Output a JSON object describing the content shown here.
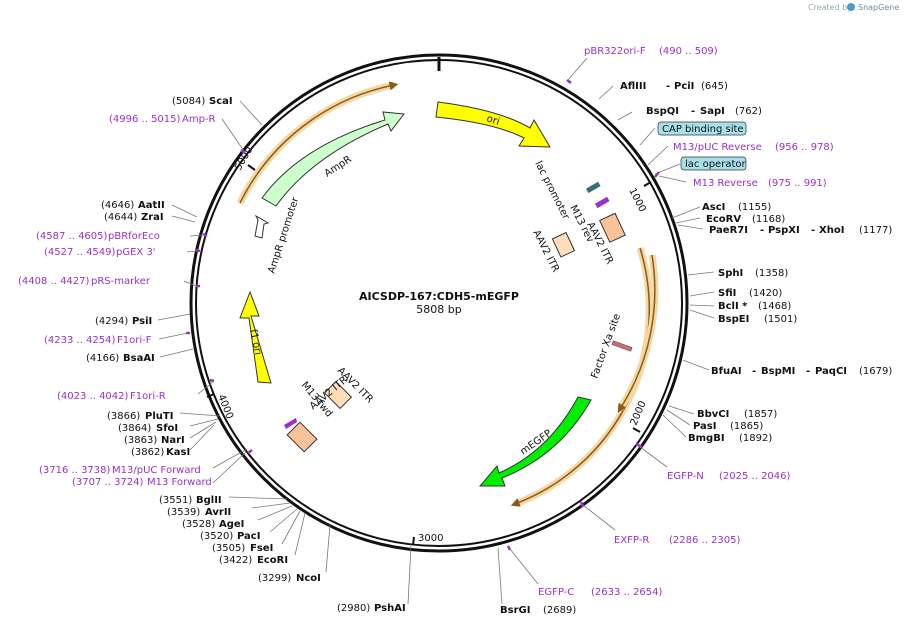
{
  "credit": {
    "prefix": "Created by",
    "brand": "SnapGene"
  },
  "plasmid": {
    "name": "AICSDP-167:CDH5-mEGFP",
    "length": "5808 bp"
  },
  "ticks": [
    "1000",
    "2000",
    "3000",
    "4000",
    "5000"
  ],
  "sites": {
    "afliii": "AflIII",
    "pcii": "PciI",
    "p645": "(645)",
    "bspqi": "BspQI",
    "sapi": "SapI",
    "p762": "(762)",
    "asci": "AscI",
    "p1155": "(1155)",
    "ecorv": "EcoRV",
    "p1168": "(1168)",
    "paer7i": "PaeR7I",
    "pspxi": "PspXI",
    "xhoi": "XhoI",
    "p1177": "(1177)",
    "sphi": "SphI",
    "p1358": "(1358)",
    "sfii": "SfiI",
    "p1420": "(1420)",
    "bcli": "BclI *",
    "p1468": "(1468)",
    "bspei": "BspEI",
    "p1501": "(1501)",
    "bfuai": "BfuAI",
    "bspmi": "BspMI",
    "paqci": "PaqCI",
    "p1679": "(1679)",
    "bbvci": "BbvCI",
    "p1857": "(1857)",
    "pasi": "PasI",
    "p1865": "(1865)",
    "bmgbi": "BmgBI",
    "p1892": "(1892)",
    "bsrgi": "BsrGI",
    "p2689": "(2689)",
    "pshai": "PshAI",
    "p2980": "(2980)",
    "ncoi": "NcoI",
    "p3299": "(3299)",
    "ecori": "EcoRI",
    "p3422": "(3422)",
    "fsei": "FseI",
    "p3505": "(3505)",
    "paci": "PacI",
    "p3520": "(3520)",
    "agei": "AgeI",
    "p3528": "(3528)",
    "avrii": "AvrII",
    "p3539": "(3539)",
    "bglii": "BglII",
    "p3551": "(3551)",
    "kasi": "KasI",
    "p3862": "(3862)",
    "nari": "NarI",
    "p3863": "(3863)",
    "sfoi": "SfoI",
    "p3864": "(3864)",
    "pluti": "PluTI",
    "p3866": "(3866)",
    "bsaai": "BsaAI",
    "p4166": "(4166)",
    "psii": "PsiI",
    "p4294": "(4294)",
    "zrai": "ZraI",
    "p4644": "(4644)",
    "aatii": "AatII",
    "p4646": "(4646)",
    "scai": "ScaI",
    "p5084": "(5084)"
  },
  "primers": {
    "pbr322ori": "pBR322ori-F",
    "pbr322ori_pos": "(490 .. 509)",
    "m13puc_rev": "M13/pUC Reverse",
    "m13puc_rev_pos": "(956 .. 978)",
    "m13_rev": "M13 Reverse",
    "m13_rev_pos": "(975 .. 991)",
    "egfpn": "EGFP-N",
    "egfpn_pos": "(2025 .. 2046)",
    "exfpr": "EXFP-R",
    "exfpr_pos": "(2286 .. 2305)",
    "egfpc": "EGFP-C",
    "egfpc_pos": "(2633 .. 2654)",
    "m13fwd": "M13 Forward",
    "m13fwd_pos": "(3707 .. 3724)",
    "m13puc_fwd": "M13/pUC Forward",
    "m13puc_fwd_pos": "(3716 .. 3738)",
    "f1orir": "F1ori-R",
    "f1orir_pos": "(4023 .. 4042)",
    "f1orif": "F1ori-F",
    "f1orif_pos": "(4233 .. 4254)",
    "prs": "pRS-marker",
    "prs_pos": "(4408 .. 4427)",
    "pgex": "pGEX 3'",
    "pgex_pos": "(4527 .. 4549)",
    "pbrfor": "pBRforEco",
    "pbrfor_pos": "(4587 .. 4605)",
    "ampr": "Amp-R",
    "ampr_pos": "(4996 .. 5015)"
  },
  "boxes": {
    "cap": "CAP binding site",
    "lacop": "lac operator"
  },
  "features": {
    "ori": "ori",
    "ampr": "AmpR",
    "ampr_promoter": "AmpR promoter",
    "lac_promoter": "lac promoter",
    "m13_rev": "M13 rev",
    "aav2_itr_a": "AAV2 ITR",
    "aav2_itr_b": "AAV2 ITR",
    "factor_xa": "Factor Xa site",
    "megfp": "mEGFP",
    "f1ori": "f1 ori",
    "m13_fwd": "M13 fwd",
    "aav2_itr_c": "AAV2 ITR",
    "aav2_itr_d": "AAV2 ITR"
  },
  "colors": {
    "backbone": "#111111",
    "ori": "#ffff00",
    "ampr": "#ccffcc",
    "megfp": "#00ee00",
    "itr": "#ffddbb",
    "itr_dark": "#f7c39a",
    "primer": "#9b30c8",
    "highlight": "#f5d7a0",
    "box_fill": "#a9dfe8"
  }
}
